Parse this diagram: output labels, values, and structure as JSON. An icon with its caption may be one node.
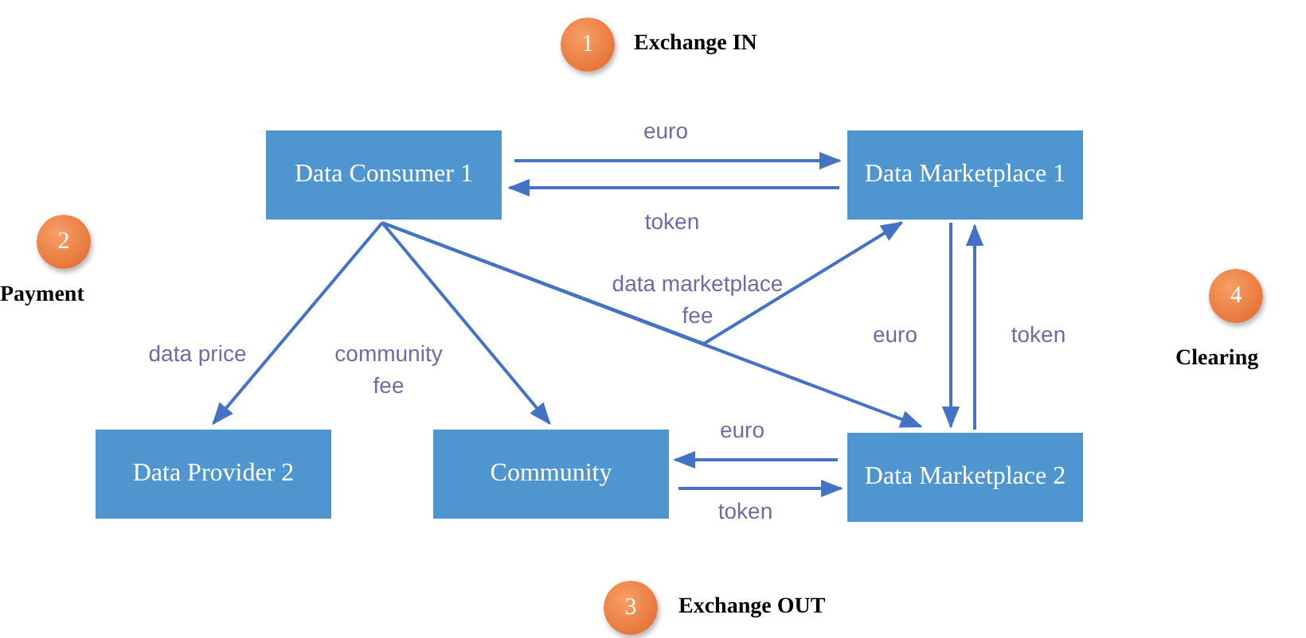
{
  "diagram": {
    "nodes": [
      {
        "text": [
          "Data Consumer 1"
        ]
      },
      {
        "text": [
          "Data Marketplace 1"
        ]
      },
      {
        "text": [
          "Data Provider 2"
        ]
      },
      {
        "text": [
          "Community"
        ]
      },
      {
        "text": [
          "Data Marketplace 2"
        ]
      },
      {
        "text": [
          "1"
        ],
        "beside": [
          "Exchange IN"
        ]
      },
      {
        "text": [
          "2"
        ],
        "beside": [
          "Payment"
        ]
      },
      {
        "text": [
          "3"
        ],
        "beside": [
          "Exchange OUT"
        ]
      },
      {
        "text": [
          "4"
        ],
        "beside": [
          "Clearing"
        ]
      }
    ],
    "edges": [
      {
        "from": 0,
        "to": 1,
        "arrow": "to",
        "label": "euro"
      },
      {
        "from": 1,
        "to": 0,
        "arrow": "to",
        "label": "token"
      },
      {
        "from": 0,
        "to": 2,
        "arrow": "to",
        "label": "data price"
      },
      {
        "from": 0,
        "to": 3,
        "arrow": "to",
        "label": "community fee"
      },
      {
        "from": 0,
        "to": 4,
        "arrow": "to"
      },
      {
        "from": 0,
        "to": 1,
        "arrow": "to",
        "label": "data marketplace fee"
      },
      {
        "from": 1,
        "to": 4,
        "arrow": "to",
        "label": "euro"
      },
      {
        "from": 4,
        "to": 1,
        "arrow": "to",
        "label": "token"
      },
      {
        "from": 4,
        "to": 3,
        "arrow": "to",
        "label": "euro"
      },
      {
        "from": 3,
        "to": 4,
        "arrow": "to",
        "label": "token"
      }
    ]
  }
}
